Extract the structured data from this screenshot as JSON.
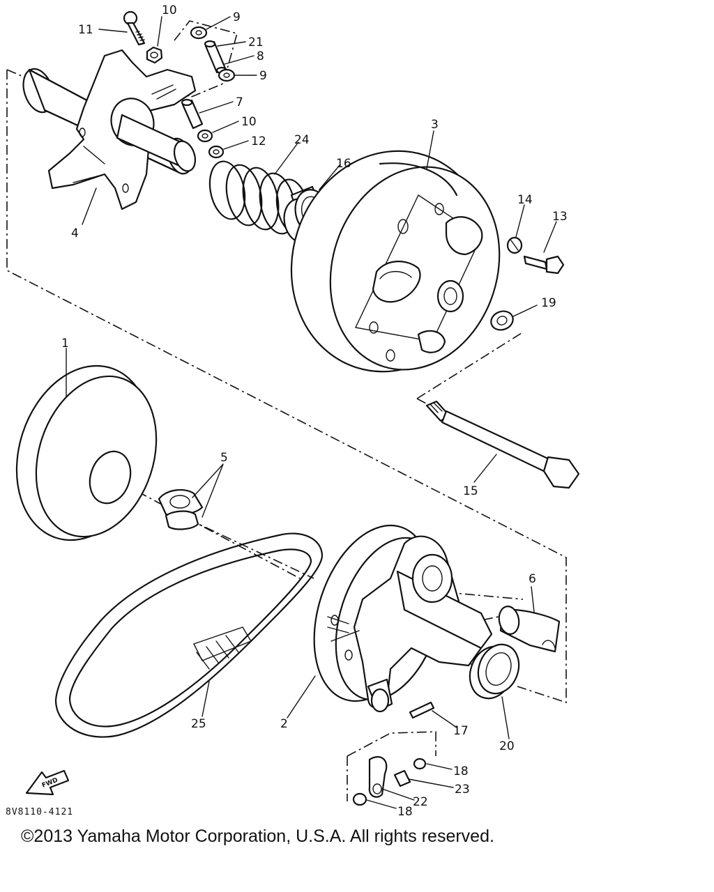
{
  "diagram": {
    "reference_code": "8V8110-4121",
    "copyright": "©2013 Yamaha Motor Corporation, U.S.A. All rights reserved.",
    "fwd_label": "FWD",
    "callouts": [
      "11",
      "10",
      "9",
      "21",
      "8",
      "9",
      "7",
      "10",
      "12",
      "24",
      "16",
      "3",
      "4",
      "14",
      "13",
      "19",
      "1",
      "5",
      "15",
      "6",
      "25",
      "2",
      "17",
      "20",
      "18",
      "23",
      "22",
      "18"
    ]
  }
}
